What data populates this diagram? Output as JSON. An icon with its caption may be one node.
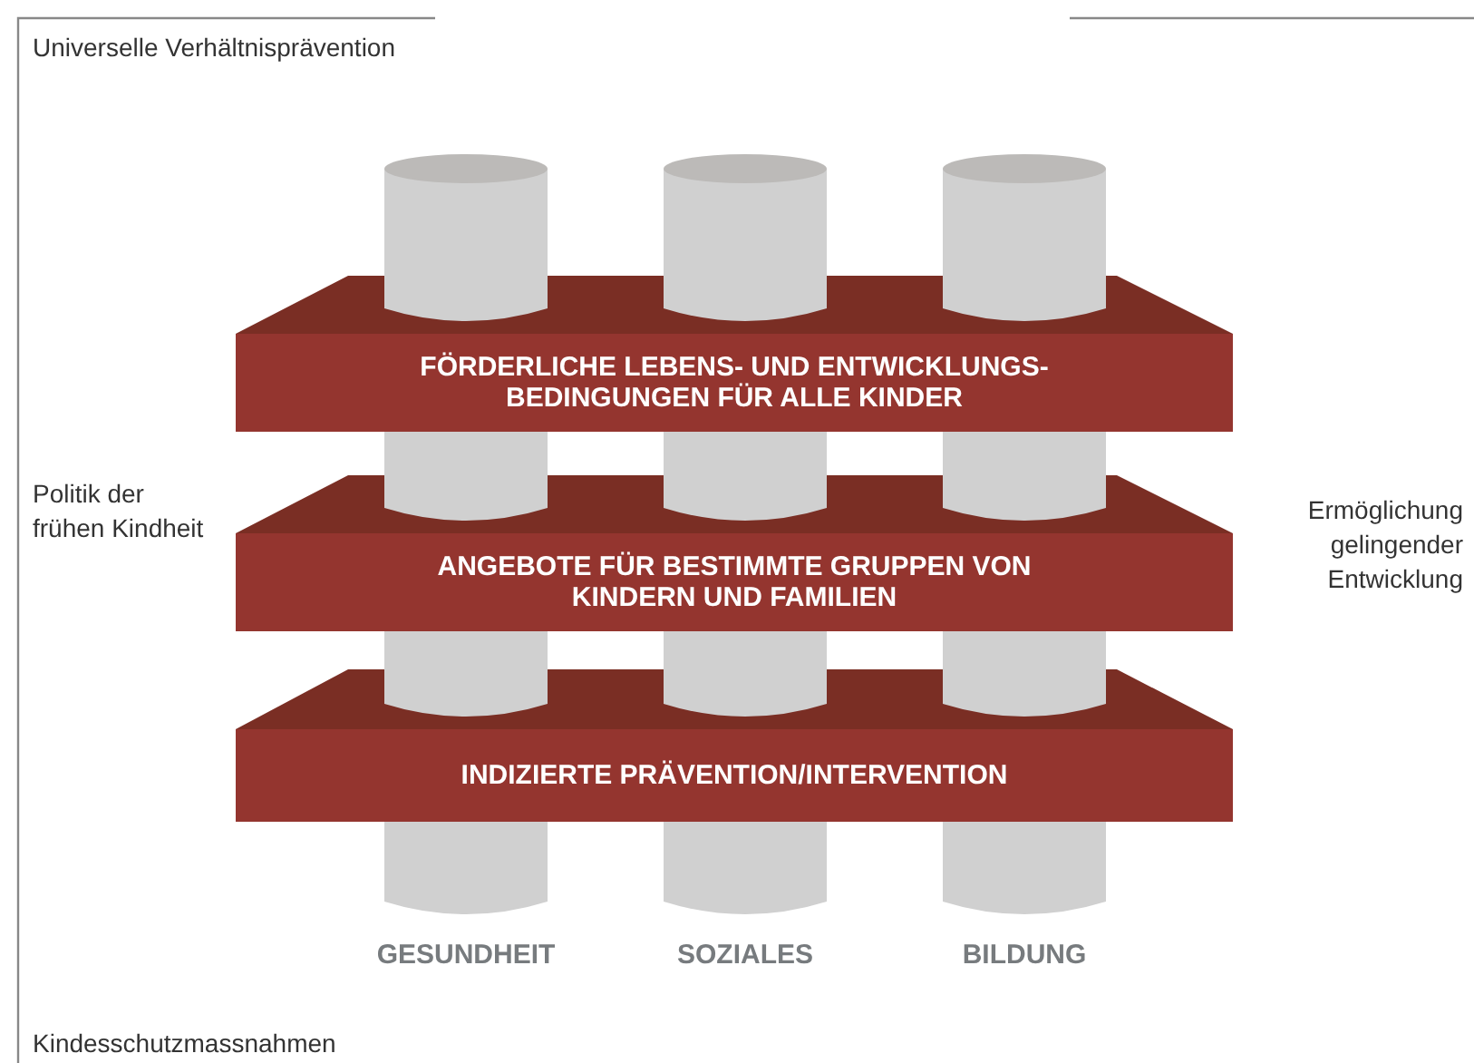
{
  "diagram": {
    "nodes": [
      {
        "text": [
          "GESUNDHEIT"
        ]
      },
      {
        "text": [
          "SOZIALES"
        ]
      },
      {
        "text": [
          "BILDUNG"
        ]
      },
      {
        "text": [
          "FÖRDERLICHE LEBENS- UND ENTWICKLUNGS- BEDINGUNGEN FÜR ALLE KINDER"
        ]
      },
      {
        "text": [
          "ANGEBOTE FÜR BESTIMMTE GRUPPEN VON KINDERN UND FAMILIEN"
        ]
      },
      {
        "text": [
          "INDIZIERTE PRÄVENTION/INTERVENTION"
        ]
      }
    ],
    "edges": [],
    "labels": [
      "Universelle Verhältnisprävention",
      "Politik der frühen Kindheit",
      "Ermöglichung gelingender Entwicklung",
      "Kindesschutzmassnahmen"
    ]
  }
}
